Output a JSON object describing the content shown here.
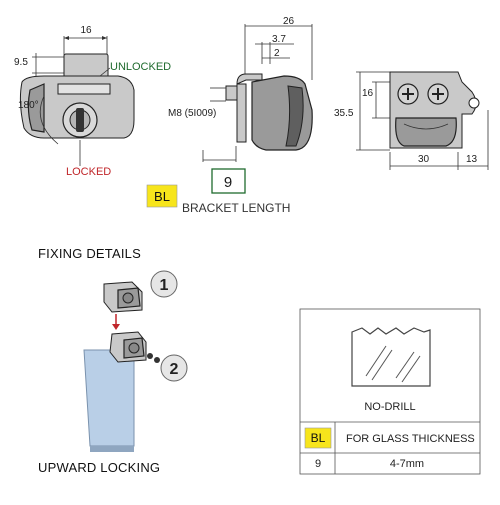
{
  "top_left": {
    "dim_width": "16",
    "dim_height": "9.5",
    "state_unlocked": "UNLOCKED",
    "state_locked": "LOCKED",
    "rotation": "180°",
    "unlocked_color": "#1f6b2e",
    "locked_color": "#c0262a"
  },
  "top_middle": {
    "dim_total": "26",
    "dim_a": "3.7",
    "dim_b": "2",
    "thread": "M8 (5I009)",
    "length_value": "9"
  },
  "top_right": {
    "dim_height_inner": "16",
    "dim_height_total": "35.5",
    "dim_width": "30",
    "dim_flange": "13"
  },
  "bl_legend": {
    "badge": "BL",
    "text": "BRACKET LENGTH",
    "badge_color": "#f7e51c",
    "value_color": "#1f6b2e"
  },
  "fixing": {
    "title": "FIXING DETAILS",
    "step1": "1",
    "step2": "2",
    "caption": "UPWARD LOCKING"
  },
  "spec_table": {
    "glass_label": "NO-DRILL",
    "header_badge": "BL",
    "header_text": "FOR GLASS THICKNESS",
    "row_bl": "9",
    "row_thickness": "4-7mm"
  }
}
